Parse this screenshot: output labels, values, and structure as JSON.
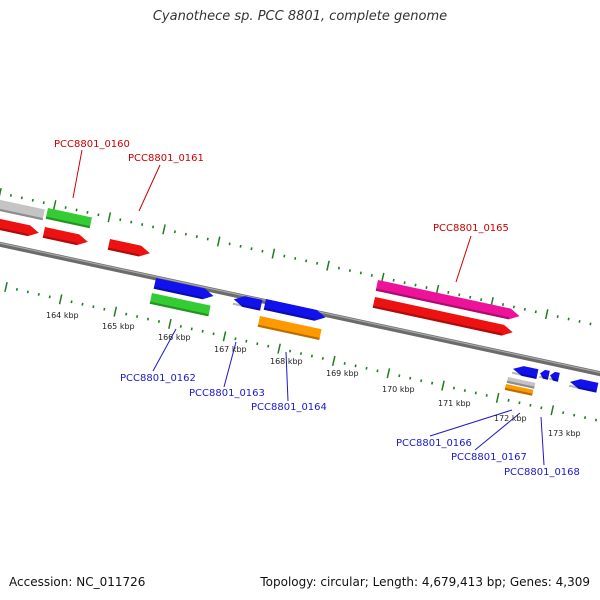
{
  "title": "Cyanothece sp. PCC 8801, complete genome",
  "accession": "Accession: NC_011726",
  "summary": "Topology: circular; Length: 4,679,413 bp; Genes: 4,309",
  "colors": {
    "backbone": "#7a7a7a",
    "tick": "#1e7d1e",
    "upper_label": "#cc0000",
    "lower_label": "#1a1acc",
    "red": "#ee1111",
    "green": "#33cc33",
    "grey": "#c4c4c4",
    "blue": "#1111ee",
    "orange": "#ff9900",
    "pink": "#ee1199"
  },
  "tick_labels": [
    {
      "text": "164 kbp"
    },
    {
      "text": "165 kbp"
    },
    {
      "text": "166 kbp"
    },
    {
      "text": "167 kbp"
    },
    {
      "text": "168 kbp"
    },
    {
      "text": "169 kbp"
    },
    {
      "text": "170 kbp"
    },
    {
      "text": "171 kbp"
    },
    {
      "text": "172 kbp"
    },
    {
      "text": "173 kbp"
    }
  ],
  "gene_labels": [
    {
      "text": "PCC8801_0160",
      "strand": "upper"
    },
    {
      "text": "PCC8801_0161",
      "strand": "upper"
    },
    {
      "text": "PCC8801_0165",
      "strand": "upper"
    },
    {
      "text": "PCC8801_0162",
      "strand": "lower"
    },
    {
      "text": "PCC8801_0163",
      "strand": "lower"
    },
    {
      "text": "PCC8801_0164",
      "strand": "lower"
    },
    {
      "text": "PCC8801_0166",
      "strand": "lower"
    },
    {
      "text": "PCC8801_0167",
      "strand": "lower"
    },
    {
      "text": "PCC8801_0168",
      "strand": "lower"
    }
  ]
}
